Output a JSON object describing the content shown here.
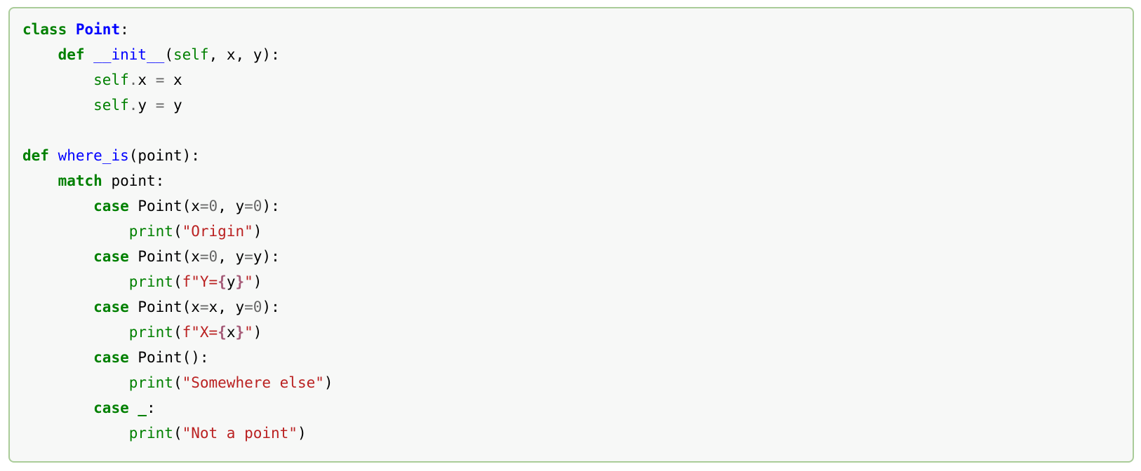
{
  "code_block": {
    "language": "python",
    "colors": {
      "background": "#f7f8f7",
      "border": "#aacc99",
      "plain": "#000000",
      "keyword": "#008000",
      "class_name": "#0000FF",
      "function_name": "#0000FF",
      "builtin": "#008000",
      "self": "#008000",
      "string": "#BA2121",
      "interpolation": "#A45A77",
      "operator": "#666666",
      "number": "#666666"
    },
    "lines": [
      [
        {
          "c": "k",
          "t": "class"
        },
        {
          "c": "t",
          "t": " "
        },
        {
          "c": "nc",
          "t": "Point"
        },
        {
          "c": "t",
          "t": ":"
        }
      ],
      [
        {
          "c": "t",
          "t": "    "
        },
        {
          "c": "k",
          "t": "def"
        },
        {
          "c": "t",
          "t": " "
        },
        {
          "c": "nf",
          "t": "__init__"
        },
        {
          "c": "t",
          "t": "("
        },
        {
          "c": "bp",
          "t": "self"
        },
        {
          "c": "t",
          "t": ", x, y):"
        }
      ],
      [
        {
          "c": "t",
          "t": "        "
        },
        {
          "c": "bp",
          "t": "self"
        },
        {
          "c": "o",
          "t": "."
        },
        {
          "c": "t",
          "t": "x "
        },
        {
          "c": "o",
          "t": "="
        },
        {
          "c": "t",
          "t": " x"
        }
      ],
      [
        {
          "c": "t",
          "t": "        "
        },
        {
          "c": "bp",
          "t": "self"
        },
        {
          "c": "o",
          "t": "."
        },
        {
          "c": "t",
          "t": "y "
        },
        {
          "c": "o",
          "t": "="
        },
        {
          "c": "t",
          "t": " y"
        }
      ],
      [],
      [
        {
          "c": "k",
          "t": "def"
        },
        {
          "c": "t",
          "t": " "
        },
        {
          "c": "nf",
          "t": "where_is"
        },
        {
          "c": "t",
          "t": "(point):"
        }
      ],
      [
        {
          "c": "t",
          "t": "    "
        },
        {
          "c": "k",
          "t": "match"
        },
        {
          "c": "t",
          "t": " point:"
        }
      ],
      [
        {
          "c": "t",
          "t": "        "
        },
        {
          "c": "k",
          "t": "case"
        },
        {
          "c": "t",
          "t": " Point(x"
        },
        {
          "c": "o",
          "t": "="
        },
        {
          "c": "m",
          "t": "0"
        },
        {
          "c": "t",
          "t": ", y"
        },
        {
          "c": "o",
          "t": "="
        },
        {
          "c": "m",
          "t": "0"
        },
        {
          "c": "t",
          "t": "):"
        }
      ],
      [
        {
          "c": "t",
          "t": "            "
        },
        {
          "c": "nb",
          "t": "print"
        },
        {
          "c": "t",
          "t": "("
        },
        {
          "c": "s",
          "t": "\"Origin\""
        },
        {
          "c": "t",
          "t": ")"
        }
      ],
      [
        {
          "c": "t",
          "t": "        "
        },
        {
          "c": "k",
          "t": "case"
        },
        {
          "c": "t",
          "t": " Point(x"
        },
        {
          "c": "o",
          "t": "="
        },
        {
          "c": "m",
          "t": "0"
        },
        {
          "c": "t",
          "t": ", y"
        },
        {
          "c": "o",
          "t": "="
        },
        {
          "c": "t",
          "t": "y):"
        }
      ],
      [
        {
          "c": "t",
          "t": "            "
        },
        {
          "c": "nb",
          "t": "print"
        },
        {
          "c": "t",
          "t": "("
        },
        {
          "c": "s",
          "t": "f\"Y="
        },
        {
          "c": "si",
          "t": "{"
        },
        {
          "c": "t",
          "t": "y"
        },
        {
          "c": "si",
          "t": "}"
        },
        {
          "c": "s",
          "t": "\""
        },
        {
          "c": "t",
          "t": ")"
        }
      ],
      [
        {
          "c": "t",
          "t": "        "
        },
        {
          "c": "k",
          "t": "case"
        },
        {
          "c": "t",
          "t": " Point(x"
        },
        {
          "c": "o",
          "t": "="
        },
        {
          "c": "t",
          "t": "x, y"
        },
        {
          "c": "o",
          "t": "="
        },
        {
          "c": "m",
          "t": "0"
        },
        {
          "c": "t",
          "t": "):"
        }
      ],
      [
        {
          "c": "t",
          "t": "            "
        },
        {
          "c": "nb",
          "t": "print"
        },
        {
          "c": "t",
          "t": "("
        },
        {
          "c": "s",
          "t": "f\"X="
        },
        {
          "c": "si",
          "t": "{"
        },
        {
          "c": "t",
          "t": "x"
        },
        {
          "c": "si",
          "t": "}"
        },
        {
          "c": "s",
          "t": "\""
        },
        {
          "c": "t",
          "t": ")"
        }
      ],
      [
        {
          "c": "t",
          "t": "        "
        },
        {
          "c": "k",
          "t": "case"
        },
        {
          "c": "t",
          "t": " Point():"
        }
      ],
      [
        {
          "c": "t",
          "t": "            "
        },
        {
          "c": "nb",
          "t": "print"
        },
        {
          "c": "t",
          "t": "("
        },
        {
          "c": "s",
          "t": "\"Somewhere else\""
        },
        {
          "c": "t",
          "t": ")"
        }
      ],
      [
        {
          "c": "t",
          "t": "        "
        },
        {
          "c": "k",
          "t": "case"
        },
        {
          "c": "t",
          "t": " "
        },
        {
          "c": "k",
          "t": "_"
        },
        {
          "c": "t",
          "t": ":"
        }
      ],
      [
        {
          "c": "t",
          "t": "            "
        },
        {
          "c": "nb",
          "t": "print"
        },
        {
          "c": "t",
          "t": "("
        },
        {
          "c": "s",
          "t": "\"Not a point\""
        },
        {
          "c": "t",
          "t": ")"
        }
      ]
    ]
  }
}
